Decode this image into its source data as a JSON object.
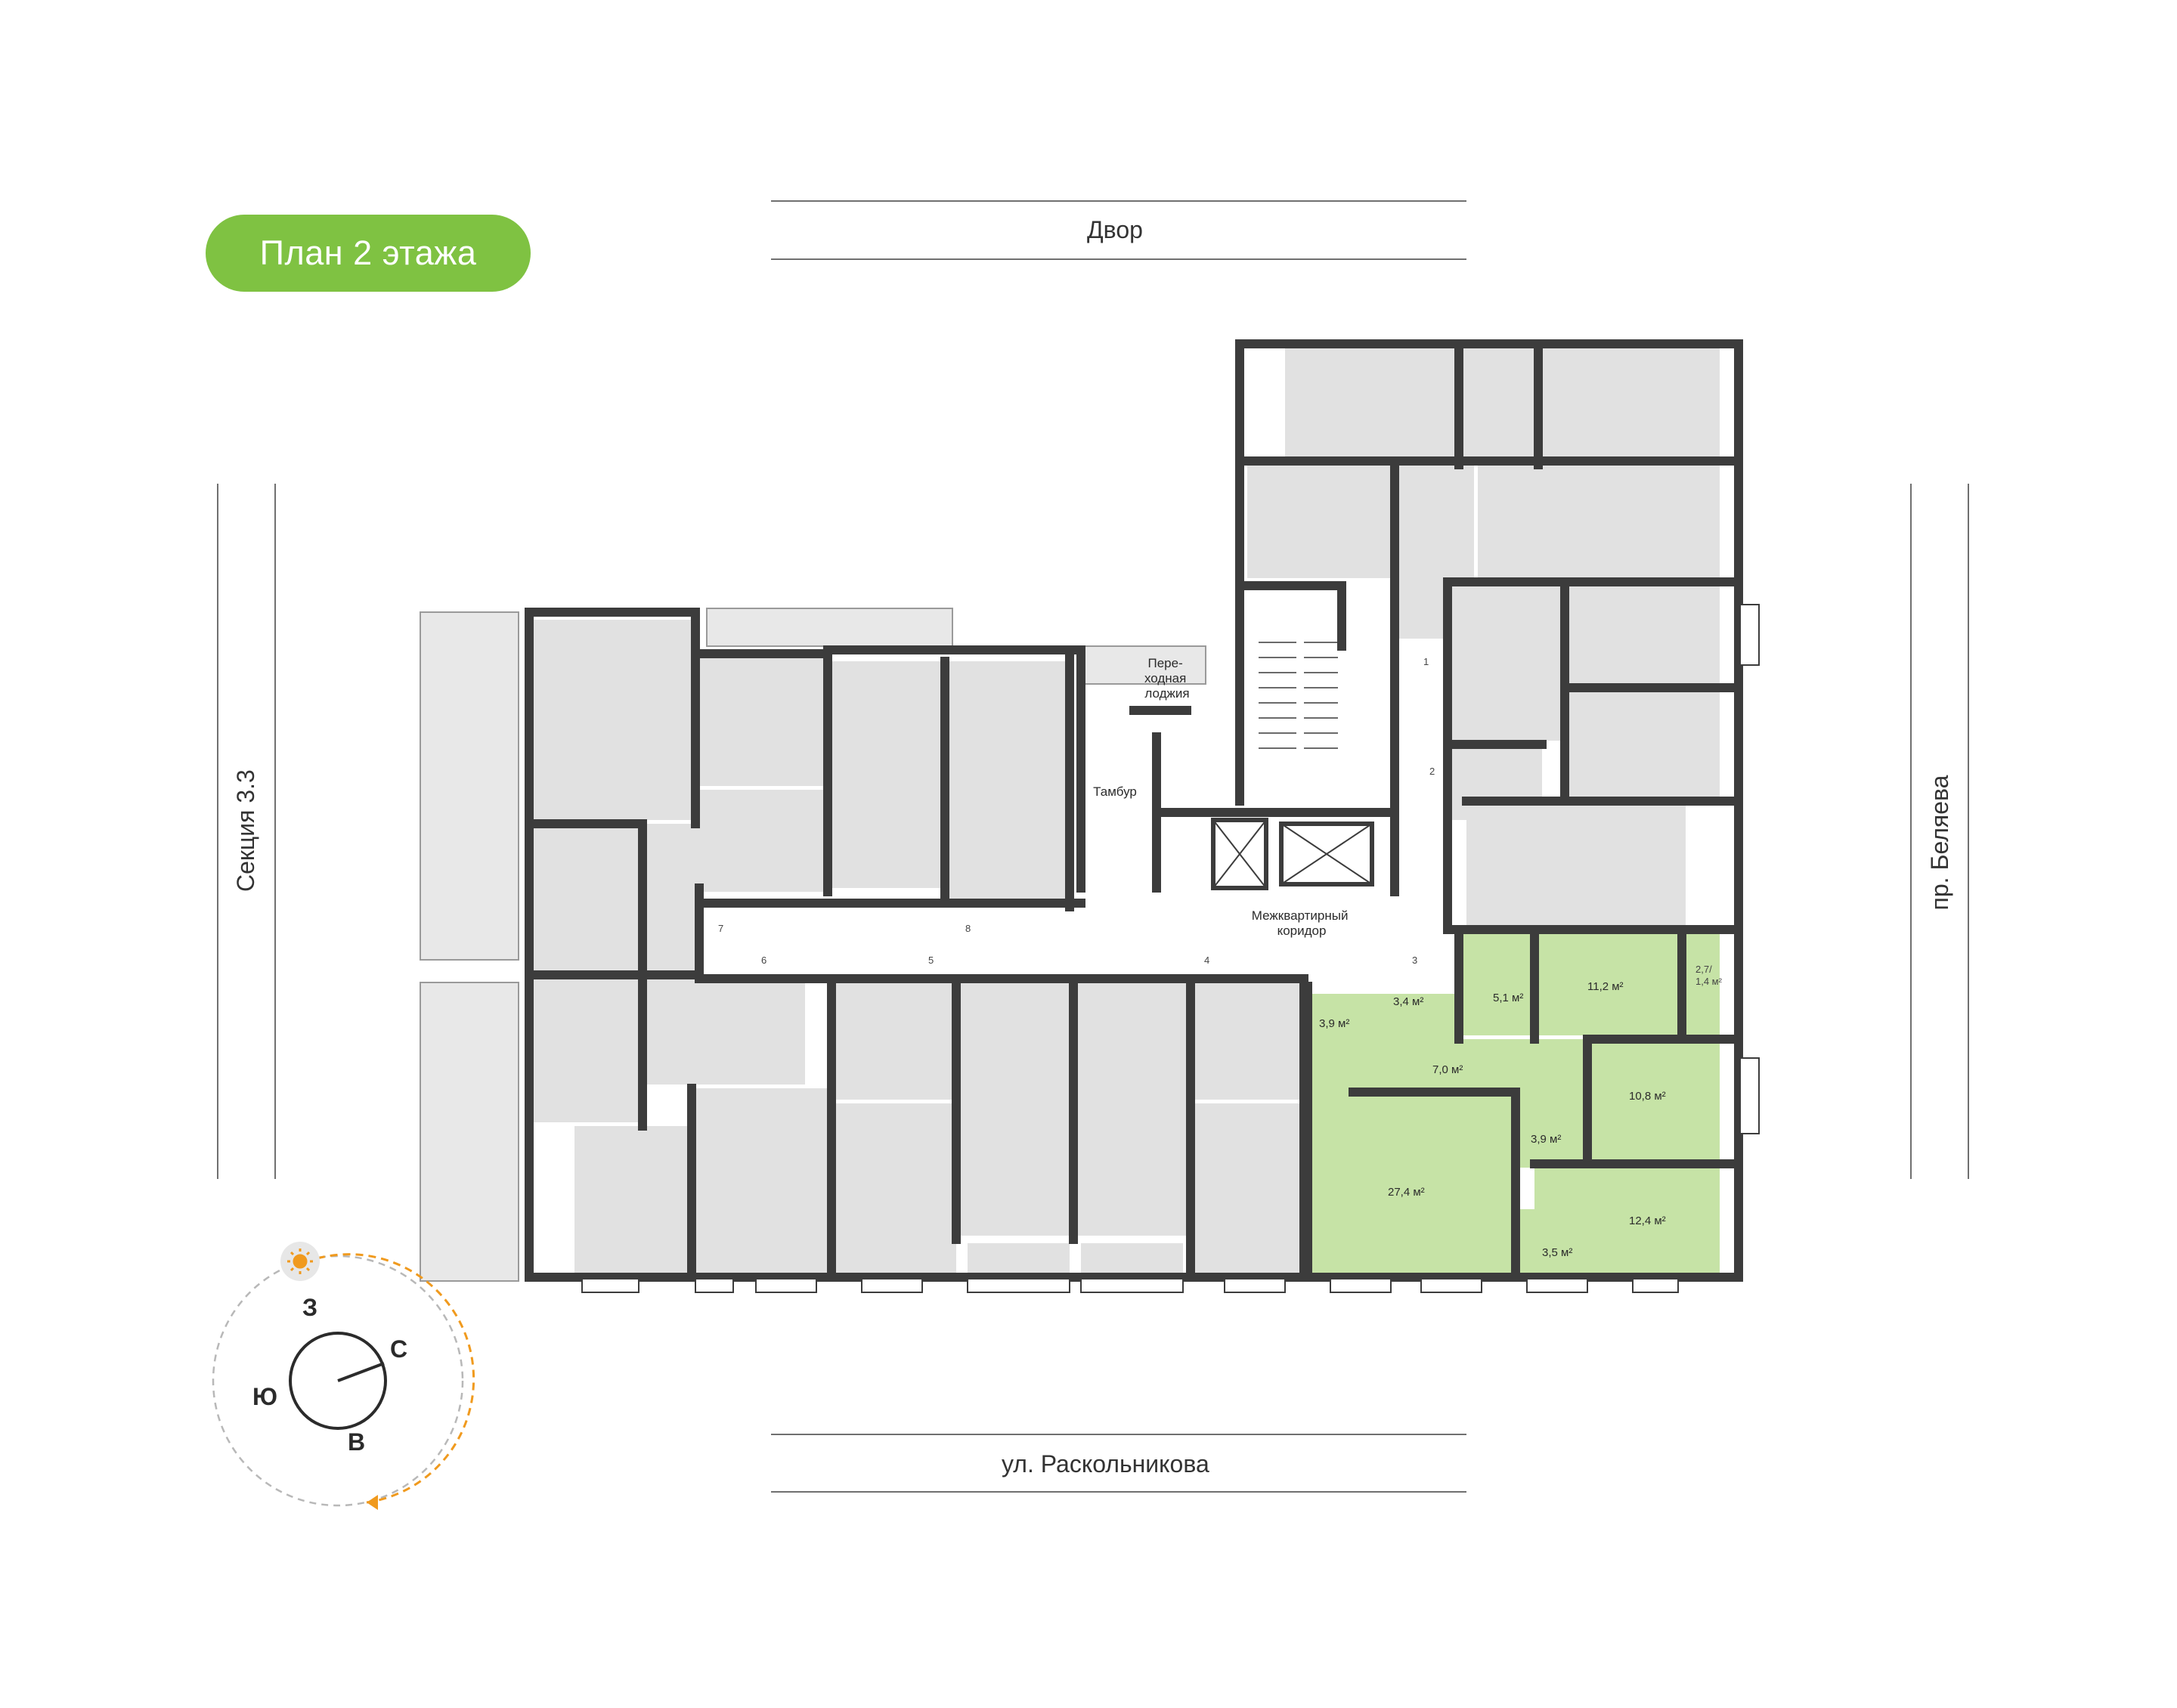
{
  "title": "План 2 этажа",
  "streets": {
    "top": "Двор",
    "bottom": "ул. Раскольникова",
    "left": "Секция 3.3",
    "right": "пр. Беляева"
  },
  "colors": {
    "accent_green": "#7fc242",
    "apartment_highlight": "#c6e3a6",
    "room_fill": "#e1e1e1",
    "wall": "#3c3c3c",
    "sun_orange": "#f09a1e"
  },
  "common_areas": {
    "loggia": "Пере-\nходная\nлоджия",
    "vestibule": "Тамбур",
    "corridor": "Межквартирный\nкоридор"
  },
  "door_numbers": [
    "1",
    "2",
    "3",
    "4",
    "5",
    "6",
    "7",
    "8"
  ],
  "selected_apartment": {
    "rooms": [
      {
        "area": "3,4 м²"
      },
      {
        "area": "5,1 м²"
      },
      {
        "area": "11,2 м²"
      },
      {
        "area": "2,7/\n1,4 м²"
      },
      {
        "area": "3,9 м²"
      },
      {
        "area": "7,0 м²"
      },
      {
        "area": "10,8 м²"
      },
      {
        "area": "3,9 м²"
      },
      {
        "area": "27,4 м²"
      },
      {
        "area": "12,4 м²"
      },
      {
        "area": "3,5 м²"
      }
    ]
  },
  "compass": {
    "labels": [
      "З",
      "С",
      "Ю",
      "В"
    ],
    "sun_icon": "sun-icon"
  }
}
